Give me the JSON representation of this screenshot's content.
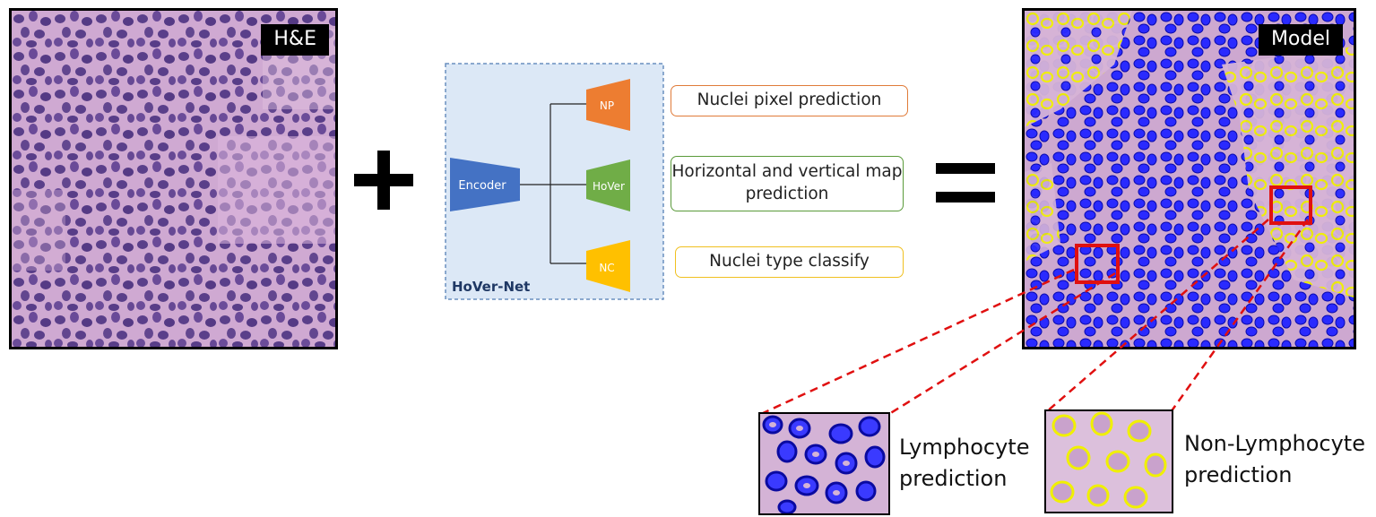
{
  "labels": {
    "he": "H&E",
    "model": "Model",
    "encoder": "Encoder",
    "network": "HoVer-Net",
    "branches": [
      "NP",
      "HoVer",
      "NC"
    ]
  },
  "outputs": [
    {
      "text": "Nuclei pixel prediction",
      "color": "#e07b39"
    },
    {
      "text": "Horizontal and vertical map prediction",
      "color": "#5a9a3a"
    },
    {
      "text": "Nuclei type classify",
      "color": "#f0c020"
    }
  ],
  "captions": {
    "lymphocyte": "Lymphocyte prediction",
    "non_lymphocyte": "Non-Lymphocyte prediction"
  },
  "colors": {
    "encoder": "#4472c4",
    "np": "#ed7d31",
    "hover": "#70ad47",
    "nc": "#ffc000",
    "network_bg": "#dce8f6",
    "lymphocyte_outline": "#1a1aff",
    "non_lymphocyte_outline": "#f0f000",
    "zoom_box": "#e01010",
    "tissue": "#c9a3cc"
  }
}
